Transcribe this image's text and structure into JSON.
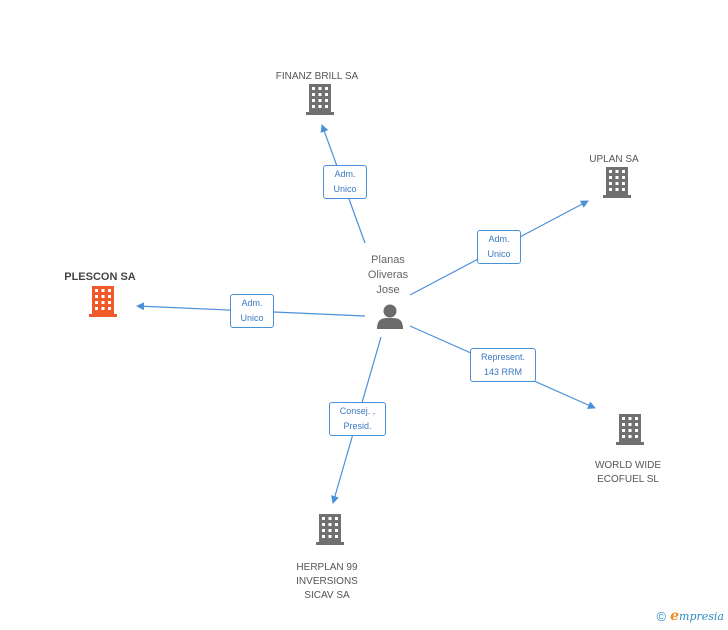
{
  "colors": {
    "edge": "#4a90d9",
    "building": "#707070",
    "building_highlight": "#f05a28",
    "person": "#6b6b6b"
  },
  "center": {
    "name": "Planas\nOliveras\nJose",
    "icon": "person-icon"
  },
  "companies": [
    {
      "id": "finanz",
      "name": "FINANZ BRILL SA",
      "icon": "building-icon",
      "highlight": false
    },
    {
      "id": "uplan",
      "name": "UPLAN SA",
      "icon": "building-icon",
      "highlight": false
    },
    {
      "id": "plescon",
      "name": "PLESCON SA",
      "icon": "building-icon",
      "highlight": true
    },
    {
      "id": "worldwide",
      "name": "WORLD WIDE\nECOFUEL  SL",
      "icon": "building-icon",
      "highlight": false
    },
    {
      "id": "herplan",
      "name": "HERPLAN 99\nINVERSIONS\nSICAV SA",
      "icon": "building-icon",
      "highlight": false
    }
  ],
  "relations": [
    {
      "to": "finanz",
      "label": "Adm.\nUnico"
    },
    {
      "to": "uplan",
      "label": "Adm.\nUnico"
    },
    {
      "to": "plescon",
      "label": "Adm.\nUnico"
    },
    {
      "to": "worldwide",
      "label": "Represent.\n143 RRM"
    },
    {
      "to": "herplan",
      "label": "Consej. ,\nPresid."
    }
  ],
  "footer": {
    "copyright_icon": "copyright-icon",
    "copyright_symbol": "©",
    "brand_initial": "e",
    "brand_rest": "mpresia"
  }
}
